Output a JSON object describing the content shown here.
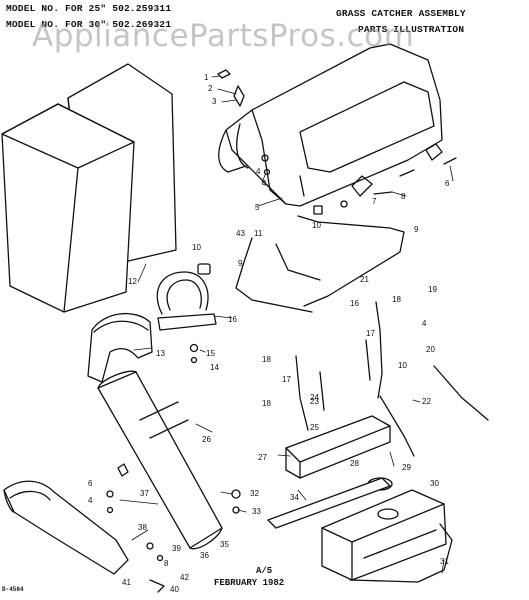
{
  "header": {
    "model_line_1": "MODEL NO. FOR 25\" 502.259311",
    "model_line_2": "MODEL NO. FOR 30\" 502.269321",
    "title_line_1": "GRASS CATCHER ASSEMBLY",
    "title_line_2": "PARTS ILLUSTRATION"
  },
  "watermark": "AppliancePartsPros.com",
  "footer": {
    "page": "A/5",
    "date": "FEBRUARY 1982",
    "code": "D-4584"
  },
  "callouts": [
    "1",
    "2",
    "3",
    "4",
    "5",
    "6",
    "7",
    "8",
    "9",
    "10",
    "11",
    "12",
    "13",
    "14",
    "15",
    "16",
    "17",
    "18",
    "19",
    "20",
    "21",
    "22",
    "23",
    "24",
    "25",
    "26",
    "27",
    "28",
    "29",
    "30",
    "31",
    "32",
    "33",
    "34",
    "35",
    "36",
    "37",
    "38",
    "39",
    "40",
    "41",
    "42",
    "43"
  ],
  "colors": {
    "ink": "#111111",
    "watermark": "#969696"
  }
}
